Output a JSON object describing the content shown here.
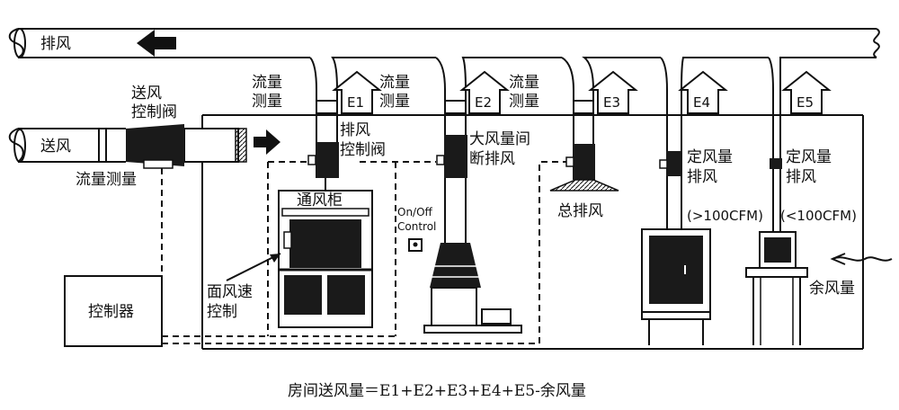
{
  "labels": {
    "exhaust": "排风",
    "supply": "送风",
    "supply_valve": [
      "送风",
      "控制阀"
    ],
    "supply_flow_measure": "流量测量",
    "controller": "控制器",
    "fume_hood": "通风柜",
    "face_velocity_control": [
      "面风速",
      "控制"
    ],
    "flow_measure": [
      "流量",
      "测量"
    ],
    "exhaust_valve": [
      "排风",
      "控制阀"
    ],
    "large_intermittent": [
      "大风量间",
      "断排风"
    ],
    "onoff_control": [
      "On/Off",
      "Control"
    ],
    "general_exhaust": "总排风",
    "const_exhaust_gt": [
      "定风量",
      "排风"
    ],
    "const_exhaust_lt": [
      "定风量",
      "排风"
    ],
    "gt_100cfm": "(>100CFM)",
    "lt_100cfm": "(<100CFM)",
    "residual_air": "余风量",
    "equation": "房间送风量＝E1+E2+E3+E4+E5-余风量"
  },
  "e_labels": [
    "E1",
    "E2",
    "E3",
    "E4",
    "E5"
  ],
  "colors": {
    "ink": "#111111",
    "fill": "#1a1a1a",
    "paper": "#ffffff"
  }
}
